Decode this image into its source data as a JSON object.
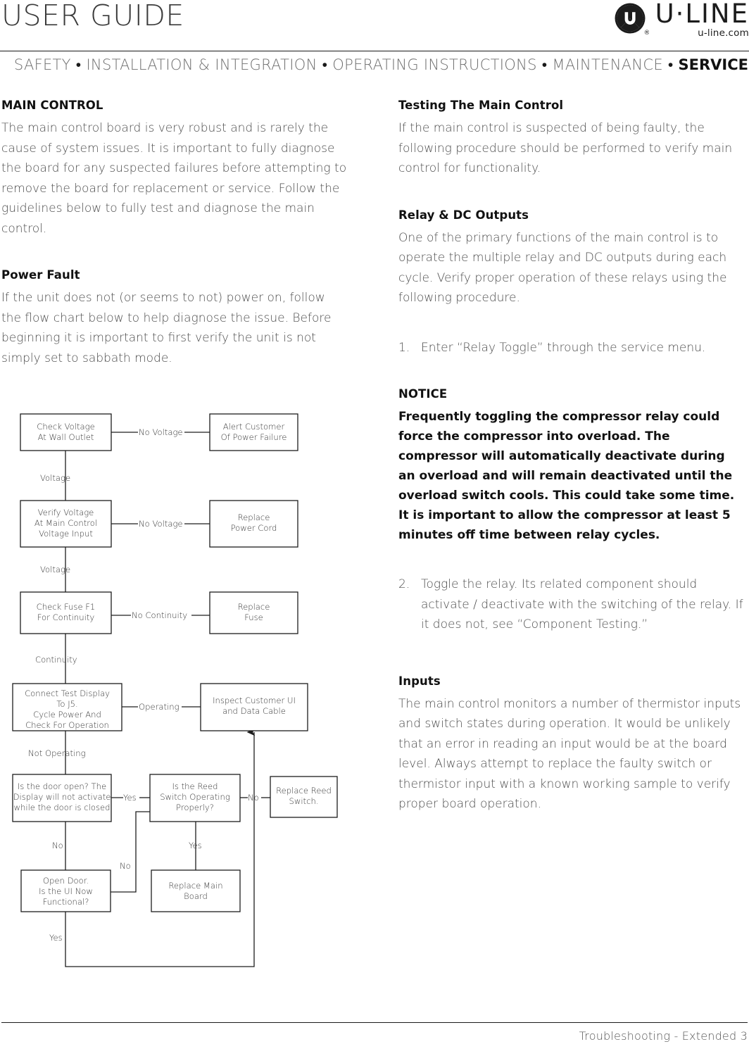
{
  "header": {
    "guide_title": "USER GUIDE",
    "logo_wordmark": "U·LINE",
    "logo_url": "u-line.com",
    "nav_items": [
      "SAFETY",
      "INSTALLATION & INTEGRATION",
      "OPERATING INSTRUCTIONS",
      "MAINTENANCE",
      "SERVICE"
    ],
    "nav_active": "SERVICE",
    "nav_separator": "•"
  },
  "left_column": {
    "heading_main_control": "MAIN CONTROL",
    "paragraph_main_control": "The main control board is very robust and is rarely the cause of system issues. It is important to fully diagnose the board for any suspected failures before attempting to remove the board for replacement or service. Follow the guidelines below to fully test and diagnose the main control.",
    "heading_power_fault": "Power Fault",
    "paragraph_power_fault": "If the unit does not (or seems to not) power on, follow the flow chart below to help diagnose the issue. Before beginning it is important to first verify the unit is not simply set to sabbath mode."
  },
  "right_column": {
    "heading_testing": "Testing The Main Control",
    "paragraph_testing": "If the main control is suspected of being faulty, the following procedure should be performed to verify main control for functionality.",
    "heading_relay": "Relay & DC Outputs",
    "paragraph_relay": "One of the primary functions of the main control is to operate the multiple relay and DC outputs during each cycle. Verify proper operation of these relays using the following procedure.",
    "step_1_num": "1.",
    "step_1_text": "Enter “Relay Toggle” through the service menu.",
    "heading_notice": "NOTICE",
    "paragraph_notice": "Frequently toggling the compressor relay could force the compressor into overload. The compressor will automatically deactivate during an overload and will remain deactivated until the overload switch cools. This could take some time. It is important to allow the compressor at least 5 minutes off time between relay cycles.",
    "step_2_num": "2.",
    "step_2_text": "Toggle the relay. Its related component should activate / deactivate with the switching of the relay. If it does not, see “Component Testing.”",
    "heading_inputs": "Inputs",
    "paragraph_inputs": "The main control monitors a number of thermistor inputs and switch states during operation. It would be unlikely that an error in reading an input would be at the board level. Always attempt to replace the faulty switch or thermistor input with a known working sample to verify proper board operation."
  },
  "flowchart": {
    "nodes": {
      "check_wall_outlet": [
        "Check Voltage",
        "At Wall Outlet"
      ],
      "alert_customer": [
        "Alert Customer",
        "Of Power Failure"
      ],
      "verify_main_control": [
        "Verify Voltage",
        "At Main Control",
        "Voltage Input"
      ],
      "replace_power_cord": [
        "Replace",
        "Power Cord"
      ],
      "check_fuse": [
        "Check Fuse F1",
        "For Continuity"
      ],
      "replace_fuse": [
        "Replace",
        "Fuse"
      ],
      "connect_test_display": [
        "Connect Test Display",
        "To J5.",
        "Cycle Power And",
        "Check For Operation"
      ],
      "inspect_customer_ui": [
        "Inspect Customer UI",
        "and Data Cable"
      ],
      "door_open": [
        "Is the door open? The",
        "Display will not activate",
        "while the door is closed"
      ],
      "reed_switch": [
        "Is the Reed",
        "Switch Operating",
        "Properly?"
      ],
      "replace_reed_switch": [
        "Replace Reed",
        "Switch."
      ],
      "open_door": [
        "Open Door.",
        "Is the UI Now",
        "Functional?"
      ],
      "replace_main_board": [
        "Replace Main",
        "Board"
      ]
    },
    "edge_labels": {
      "no_voltage_1": "No Voltage",
      "voltage_1": "Voltage",
      "no_voltage_2": "No Voltage",
      "voltage_2": "Voltage",
      "no_continuity": "No Continuity",
      "continuity": "Continuity",
      "operating": "Operating",
      "not_operating": "Not Operating",
      "yes_door": "Yes",
      "no_door": "No",
      "no_reed": "No",
      "yes_reed": "Yes",
      "no_reed_left": "No",
      "yes_open_door": "Yes"
    }
  },
  "footer": {
    "text": "Troubleshooting - Extended 3"
  }
}
